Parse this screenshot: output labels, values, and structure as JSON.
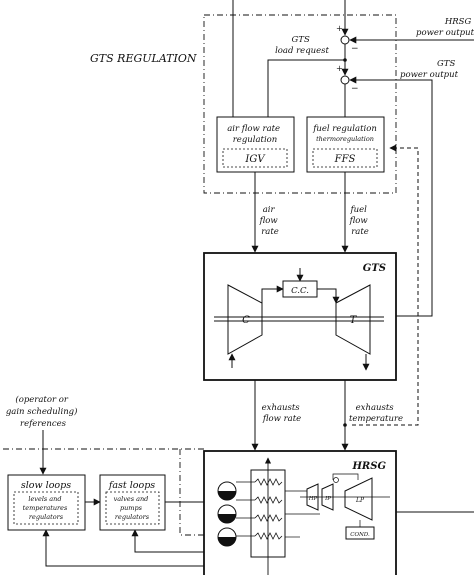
{
  "labels": {
    "gts_regulation": "GTS REGULATION",
    "gts_load_request": [
      "GTS",
      "load request"
    ],
    "hrsg_power_output": [
      "HRSG",
      "power output"
    ],
    "gts_power_output": [
      "GTS",
      "power output"
    ],
    "air_flow_regulation": [
      "air flow rate",
      "regulation"
    ],
    "igv": "IGV",
    "fuel_regulation": [
      "fuel regulation",
      "thermoregulation"
    ],
    "ffs": "FFS",
    "air_flow_rate": [
      "air",
      "flow",
      "rate"
    ],
    "fuel_flow_rate": [
      "fuel",
      "flow",
      "rate"
    ],
    "gts": "GTS",
    "combustion_chamber": "C.C.",
    "compressor": "C",
    "turbine": "T",
    "exhausts_flow_rate": [
      "exhausts",
      "flow rate"
    ],
    "exhausts_temperature": [
      "exhausts",
      "temperature"
    ],
    "references": [
      "(operator or",
      "gain scheduling)",
      "references"
    ],
    "slow_loops": "slow loops",
    "slow_loops_detail": [
      "levels and",
      "temperatures",
      "regulators"
    ],
    "fast_loops": "fast loops",
    "fast_loops_detail": [
      "valves and",
      "pumps",
      "regulators"
    ],
    "hrsg": "HRSG",
    "hp": "HP",
    "ip": "IP",
    "lp": "LP",
    "cond": "COND."
  },
  "summing_signs": {
    "top_plus": "+",
    "top_minus": "−",
    "bottom_plus": "+",
    "bottom_minus": "−"
  }
}
